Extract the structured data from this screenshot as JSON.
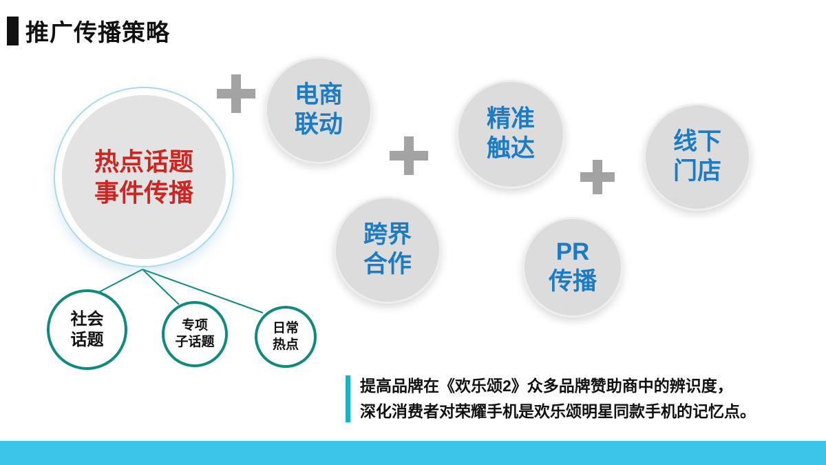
{
  "slide": {
    "title": "推广传播策略"
  },
  "main_circle": {
    "line1": "热点话题",
    "line2": "事件传播"
  },
  "strategy_circles": [
    {
      "name": "ecommerce-linkage",
      "line1": "电商",
      "line2": "联动"
    },
    {
      "name": "precision-reach",
      "line1": "精准",
      "line2": "触达"
    },
    {
      "name": "offline-stores",
      "line1": "线下",
      "line2": "门店"
    },
    {
      "name": "crossover-cooperation",
      "line1": "跨界",
      "line2": "合作"
    },
    {
      "name": "pr-communication",
      "line1": "PR",
      "line2": "传播"
    }
  ],
  "topic_circles": [
    {
      "line1": "社会",
      "line2": "话题"
    },
    {
      "line1": "专项",
      "line2": "子话题"
    },
    {
      "line1": "日常",
      "line2": "热点"
    }
  ],
  "note": {
    "line1": "提高品牌在《欢乐颂2》众多品牌赞助商中的辨识度，",
    "line2": "深化消费者对荣耀手机是欢乐颂明星同款手机的记忆点。"
  },
  "colors": {
    "title_text": "#111111",
    "main_circle_text_red": "#d02420",
    "main_circle_ring_blue": "#a9d9ee",
    "strategy_text_blue": "#1b7cc5",
    "circle_gray_fill": "#dcdcdc",
    "plus_gray": "#a3a3a3",
    "topic_ring_teal": "#0f8a7d",
    "note_bar_teal": "#16b4c4",
    "bottom_bar_cyan": "#3bc3e8"
  }
}
